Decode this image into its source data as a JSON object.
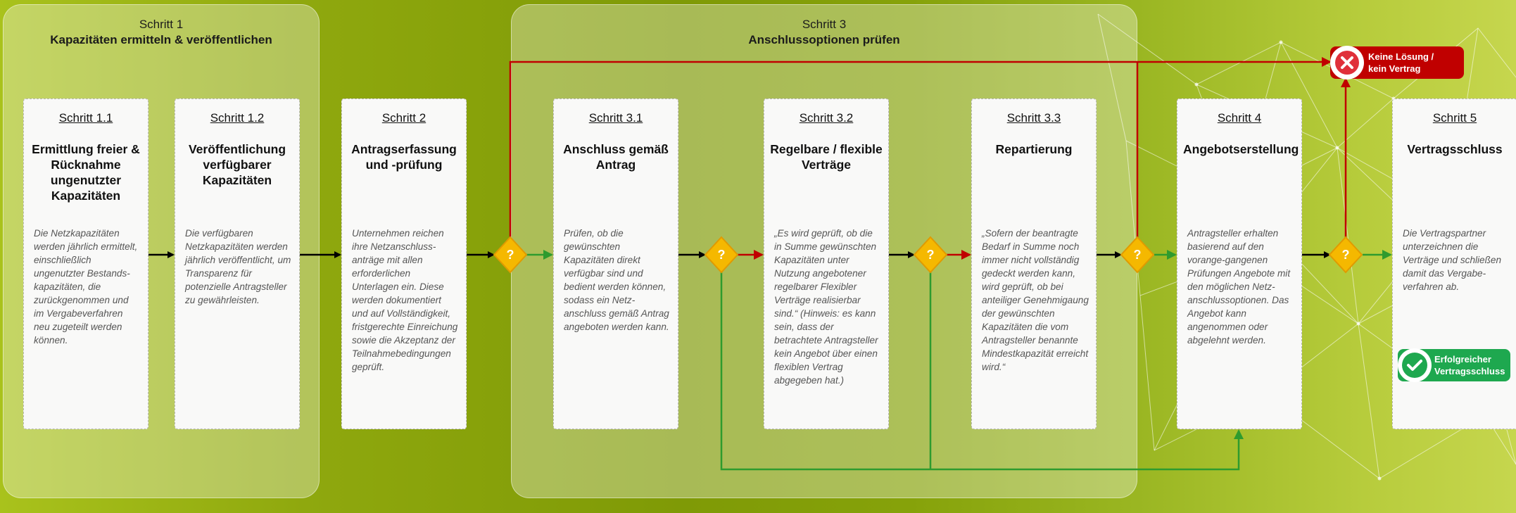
{
  "groups": [
    {
      "step": "Schritt 1",
      "title": "Kapazitäten ermitteln & veröffentlichen"
    },
    {
      "step": "Schritt 3",
      "title": "Anschlussoptionen prüfen"
    }
  ],
  "cards": [
    {
      "step": "Schritt 1.1",
      "title": "Ermittlung freier & Rücknahme ungenutzter Kapazitäten",
      "desc": "Die Netzkapazitäten werden jährlich ermittelt, einschließlich ungenutzter Bestands-kapazitäten, die zurückgenommen und im Vergabeverfahren neu zugeteilt werden können."
    },
    {
      "step": "Schritt 1.2",
      "title": "Veröffentlichung verfügbarer Kapazitäten",
      "desc": "Die verfügbaren Netzkapazitäten werden jährlich veröffentlicht, um Transparenz für potenzielle Antragsteller zu gewährleisten."
    },
    {
      "step": "Schritt 2",
      "title": "Antragserfassung und -prüfung",
      "desc": "Unternehmen reichen ihre Netzanschluss-anträge mit allen erforderlichen Unterlagen ein. Diese werden dokumentiert und auf Vollständigkeit, fristgerechte Einreichung sowie die Akzeptanz der Teilnahmebedingungen geprüft."
    },
    {
      "step": "Schritt 3.1",
      "title": "Anschluss gemäß Antrag",
      "desc": "Prüfen, ob die gewünschten Kapazitäten direkt verfügbar sind und bedient werden können, sodass ein Netz-anschluss gemäß Antrag angeboten werden kann."
    },
    {
      "step": "Schritt 3.2",
      "title": "Regelbare / flexible Verträge",
      "desc": "„Es wird geprüft, ob die in Summe gewünschten Kapazitäten unter Nutzung angebotener regelbarer Flexibler Verträge realisierbar sind.“ (Hinweis: es kann sein, dass der betrachtete Antragsteller kein Angebot über einen flexiblen Vertrag abgegeben hat.)"
    },
    {
      "step": "Schritt 3.3",
      "title": "Repartierung",
      "desc": "„Sofern der beantragte Bedarf in Summe noch immer nicht vollständig gedeckt werden kann, wird geprüft, ob bei anteiliger Genehmigaung der gewünschten Kapazitäten die vom Antragsteller benannte Mindestkapazität erreicht wird.“"
    },
    {
      "step": "Schritt 4",
      "title": "Angebotserstellung",
      "desc": "Antragsteller erhalten basierend auf den vorange-gangenen Prüfungen Angebote mit den möglichen Netz-anschlussoptionen. Das Angebot kann angenommen oder abgelehnt werden."
    },
    {
      "step": "Schritt 5",
      "title": "Vertragsschluss",
      "desc": "Die Vertragspartner unterzeichnen die Verträge und schließen damit das Vergabe-verfahren ab."
    }
  ],
  "decision_symbol": "?",
  "outcomes": {
    "failure": {
      "line1": "Keine Lösung /",
      "line2": "kein Vertrag"
    },
    "success": {
      "line1": "Erfolgreicher",
      "line2": "Vertragsschluss"
    }
  },
  "colors": {
    "decision": "#f5b800",
    "no_path": "#c00000",
    "yes_path": "#2e9b2e",
    "flow": "#000000",
    "failure_badge": "#c00000",
    "success_badge": "#1ea84f"
  }
}
